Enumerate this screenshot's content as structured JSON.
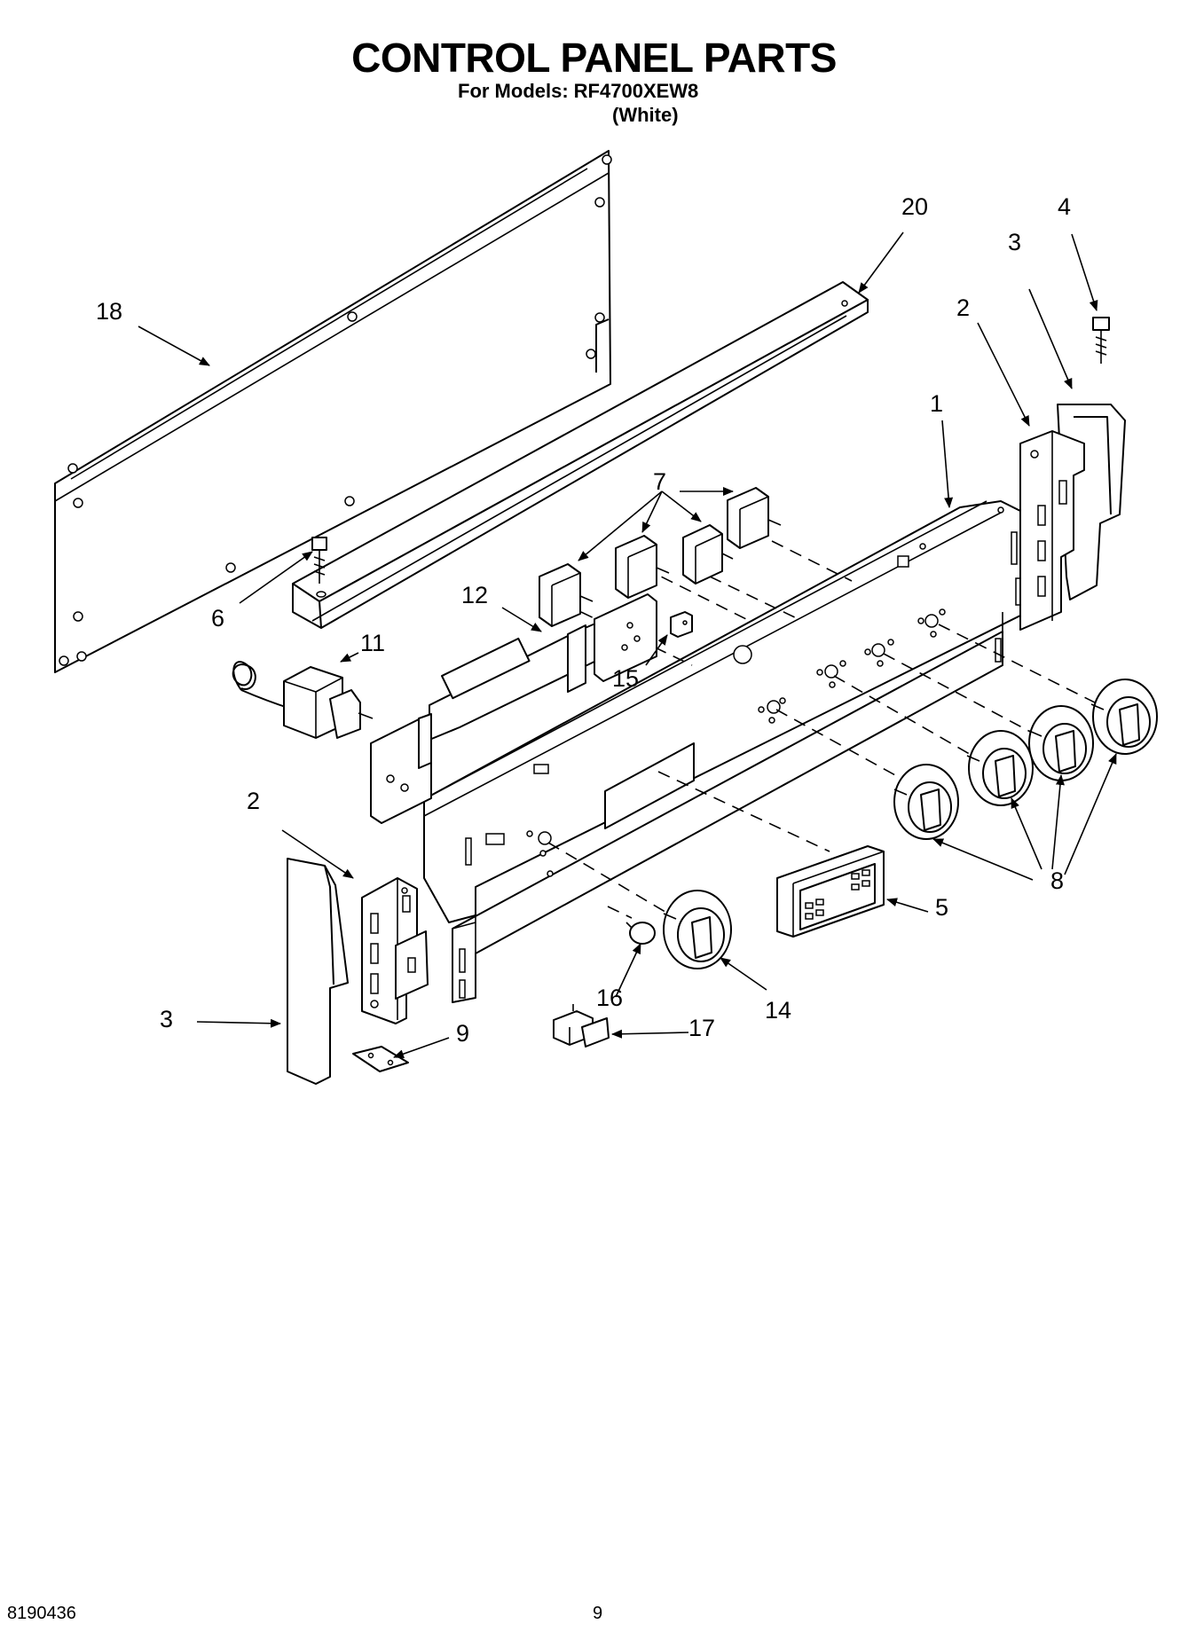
{
  "header": {
    "title": "CONTROL PANEL PARTS",
    "models_label": "For Models:",
    "model": "RF4700XEW8",
    "color": "(White)"
  },
  "callouts": [
    "18",
    "20",
    "4",
    "3",
    "2",
    "1",
    "7",
    "6",
    "12",
    "11",
    "15",
    "2",
    "8",
    "5",
    "14",
    "16",
    "17",
    "3",
    "9"
  ],
  "footer": {
    "doc_number": "8190436",
    "page_number": "9"
  }
}
